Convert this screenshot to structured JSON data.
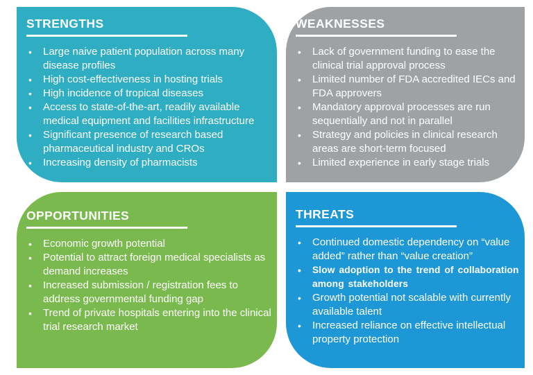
{
  "quadrants": [
    {
      "id": "strengths",
      "title": "STRENGTHS",
      "color": "#2EADC3",
      "items": [
        "Large naive patient population across many disease profiles",
        "High cost-effectiveness in hosting trials",
        "High incidence of tropical diseases",
        "Access to state-of-the-art, readily available medical equipment and facilities infrastructure",
        "Significant presence of research based pharmaceutical industry and CROs",
        "Increasing density of pharmacists"
      ]
    },
    {
      "id": "weaknesses",
      "title": "WEAKNESSES",
      "color": "#9FA2A4",
      "items": [
        "Lack of government funding to ease the clinical trial approval process",
        "Limited number of FDA accredited IECs and FDA approvers",
        "Mandatory approval processes are run sequentially and not in parallel",
        "Strategy and policies in clinical research areas are short-term focused",
        "Limited experience in early stage trials"
      ]
    },
    {
      "id": "opportunities",
      "title": "OPPORTUNITIES",
      "color": "#7AB94D",
      "items": [
        "Economic growth potential",
        "Potential to attract foreign medical specialists as demand increases",
        "Increased submission / registration fees to address governmental funding gap",
        "Trend of private hospitals entering into the clinical trial research market"
      ]
    },
    {
      "id": "threats",
      "title": "THREATS",
      "color": "#1D97D6",
      "emphasized_item_index": 1,
      "items": [
        "Continued domestic dependency on “value added” rather than “value creation”",
        "Slow adoption to the trend of collaboration among stakeholders",
        "Growth potential not scalable with currently available talent",
        "Increased reliance on effective intellectual property protection"
      ]
    }
  ]
}
